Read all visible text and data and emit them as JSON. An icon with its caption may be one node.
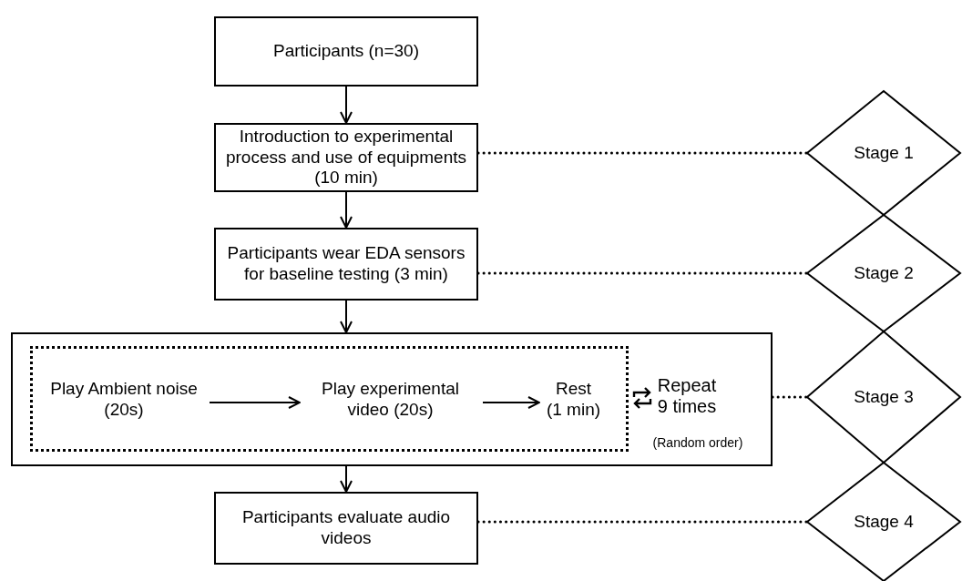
{
  "diagram": {
    "nodes": [
      {
        "text": [
          "Participants (n=30)"
        ]
      },
      {
        "text": [
          "Introduction to experimental process and use of equipments (10 min)"
        ]
      },
      {
        "text": [
          "Participants wear EDA sensors for baseline testing (3 min)"
        ]
      },
      {
        "text": [
          "Repeat 9 times",
          "(Random order)"
        ]
      },
      {
        "text": [],
        "shape": "box",
        "in": 3
      },
      {
        "text": [
          "Play Ambient noise (20s)"
        ],
        "in": 4
      },
      {
        "text": [
          "Play experimental video (20s)"
        ],
        "in": 4
      },
      {
        "text": [
          "Rest (1 min)"
        ],
        "in": 4
      },
      {
        "text": [
          "Participants evaluate audio videos"
        ]
      },
      {
        "text": [
          "Stage 1"
        ]
      },
      {
        "text": [
          "Stage 2"
        ]
      },
      {
        "text": [
          "Stage 3"
        ]
      },
      {
        "text": [
          "Stage 4"
        ]
      }
    ],
    "edges": [
      {
        "from": 0,
        "to": 1,
        "arrow": "to"
      },
      {
        "from": 1,
        "to": 2,
        "arrow": "to"
      },
      {
        "from": 2,
        "to": 3,
        "arrow": "to"
      },
      {
        "from": 3,
        "to": 8,
        "arrow": "to"
      },
      {
        "from": 5,
        "to": 6,
        "arrow": "to"
      },
      {
        "from": 6,
        "to": 7,
        "arrow": "to"
      },
      {
        "from": 1,
        "to": 9,
        "arrow": "none",
        "style": "dashed"
      },
      {
        "from": 2,
        "to": 10,
        "arrow": "none",
        "style": "dashed"
      },
      {
        "from": 3,
        "to": 11,
        "arrow": "none",
        "style": "dashed"
      },
      {
        "from": 8,
        "to": 12,
        "arrow": "none",
        "style": "dashed"
      }
    ]
  }
}
